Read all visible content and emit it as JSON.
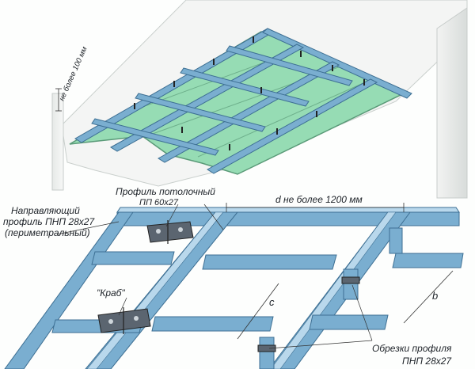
{
  "labels": {
    "gap_top": "не более 100 мм",
    "ceiling_profile_line1": "Профиль потолочный",
    "ceiling_profile_line2": "ПП 60х27",
    "guide_line1": "Направляющий",
    "guide_line2": "профиль ПНП 28х27",
    "guide_line3": "(периметральный)",
    "spacing_d": "d не более 1200 мм",
    "crab": "\"Краб\"",
    "dim_c": "c",
    "dim_b": "b",
    "scraps_line1": "Обрезки профиля",
    "scraps_line2": "ПНП 28х27"
  },
  "colors": {
    "board": "#96dcb4",
    "board_edge": "#5a9a78",
    "profile": "#7aaed0",
    "profile_dark": "#3d6f93",
    "profile_light": "#b9d8ec",
    "wall": "#eef0ee",
    "clip": "#5b6570",
    "text": "#1d2228"
  }
}
